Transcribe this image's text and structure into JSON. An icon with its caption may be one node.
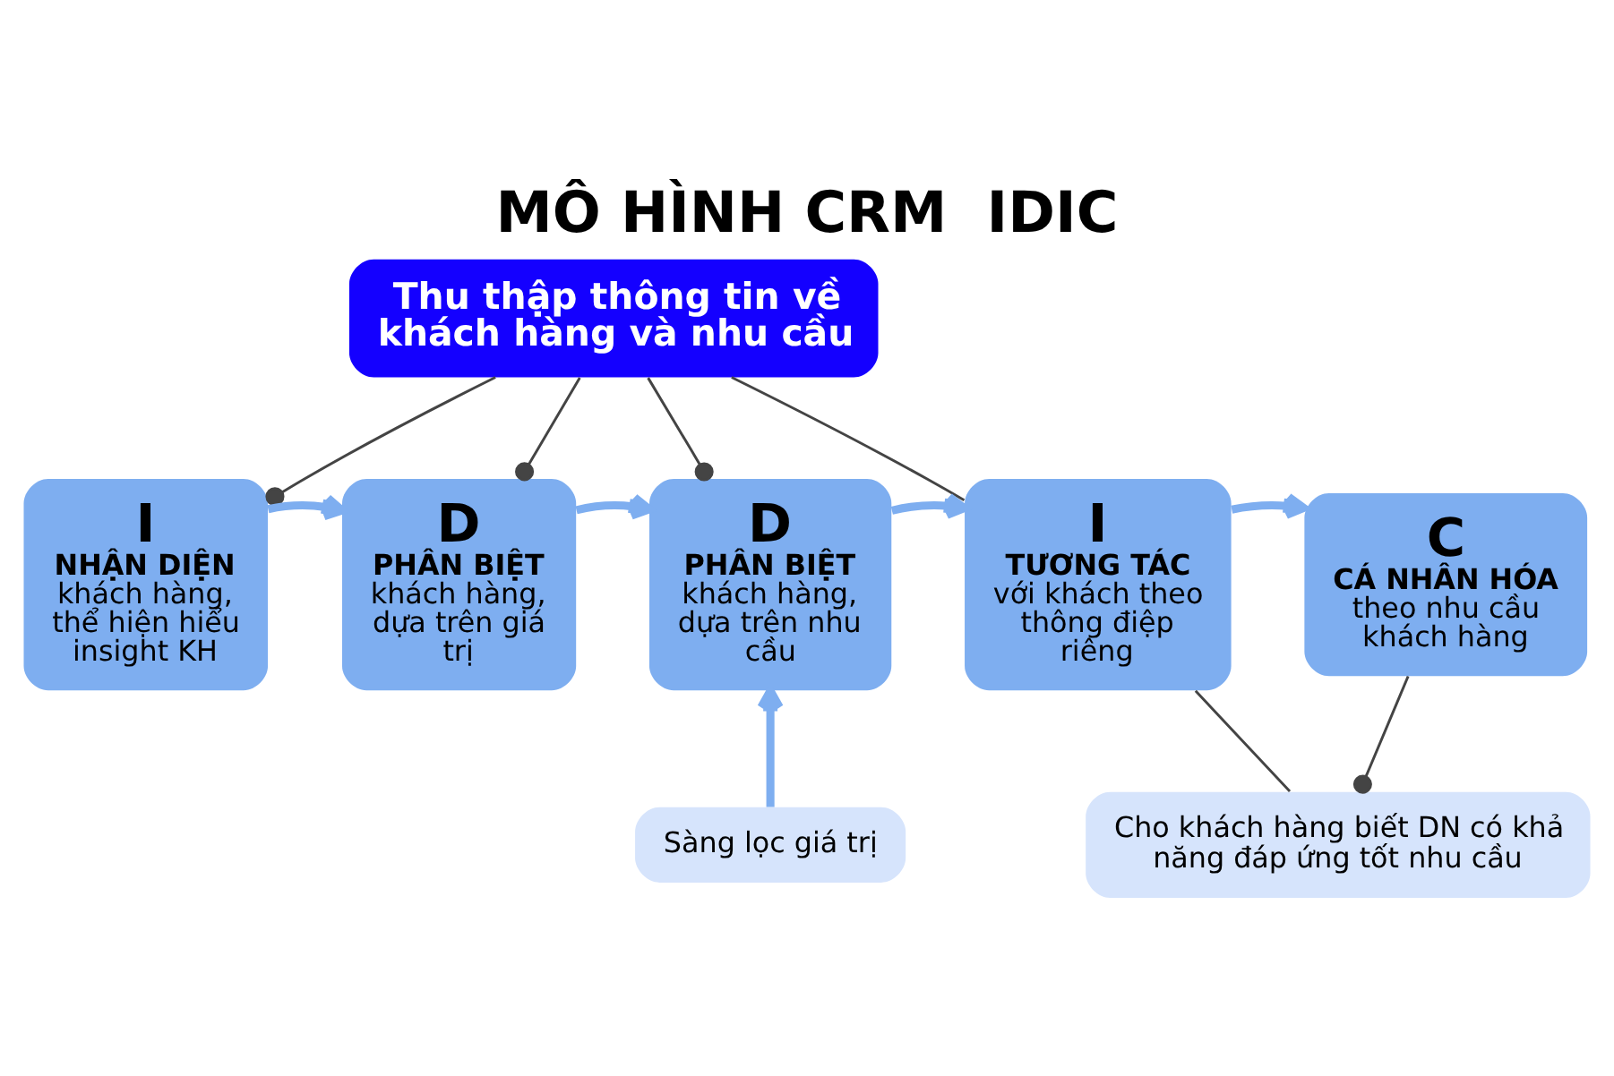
{
  "diagram": {
    "title": "MÔ HÌNH CRM  IDIC",
    "nodes": [
      {
        "text": [
          "Thu thập thông tin về khách hàng và nhu cầu"
        ]
      },
      {
        "text": [
          "I",
          "NHẬN DIỆN",
          "khách hàng, thể hiện hiểu insight KH"
        ]
      },
      {
        "text": [
          "D",
          "PHÂN BIỆT",
          "khách hàng, dựa trên giá trị"
        ]
      },
      {
        "text": [
          "D",
          "PHÂN BIỆT",
          "khách hàng, dựa trên nhu cầu"
        ]
      },
      {
        "text": [
          "I",
          "TƯƠNG TÁC",
          "với khách theo thông điệp riêng"
        ]
      },
      {
        "text": [
          "C",
          "CÁ NHÂN HÓA",
          "theo nhu cầu khách hàng"
        ]
      },
      {
        "text": [
          "Sàng lọc giá trị"
        ]
      },
      {
        "text": [
          "Cho khách hàng biết DN có khả năng đáp ứng tốt nhu cầu"
        ]
      }
    ],
    "edges": [
      {
        "from": 0,
        "to": 1,
        "arrow": "other"
      },
      {
        "from": 0,
        "to": 2,
        "arrow": "other"
      },
      {
        "from": 0,
        "to": 3,
        "arrow": "other"
      },
      {
        "from": 0,
        "to": 4,
        "arrow": "none"
      },
      {
        "from": 1,
        "to": 2,
        "arrow": "to",
        "style": "thick",
        "color": "#7eaef0"
      },
      {
        "from": 2,
        "to": 3,
        "arrow": "to",
        "style": "thick",
        "color": "#7eaef0"
      },
      {
        "from": 3,
        "to": 4,
        "arrow": "to",
        "style": "thick",
        "color": "#7eaef0"
      },
      {
        "from": 4,
        "to": 5,
        "arrow": "to",
        "style": "thick",
        "color": "#7eaef0"
      },
      {
        "from": 6,
        "to": 3,
        "arrow": "to",
        "style": "thick",
        "color": "#7eaef0"
      },
      {
        "from": 4,
        "to": 7,
        "arrow": "none"
      },
      {
        "from": 5,
        "to": 7,
        "arrow": "other"
      }
    ]
  }
}
